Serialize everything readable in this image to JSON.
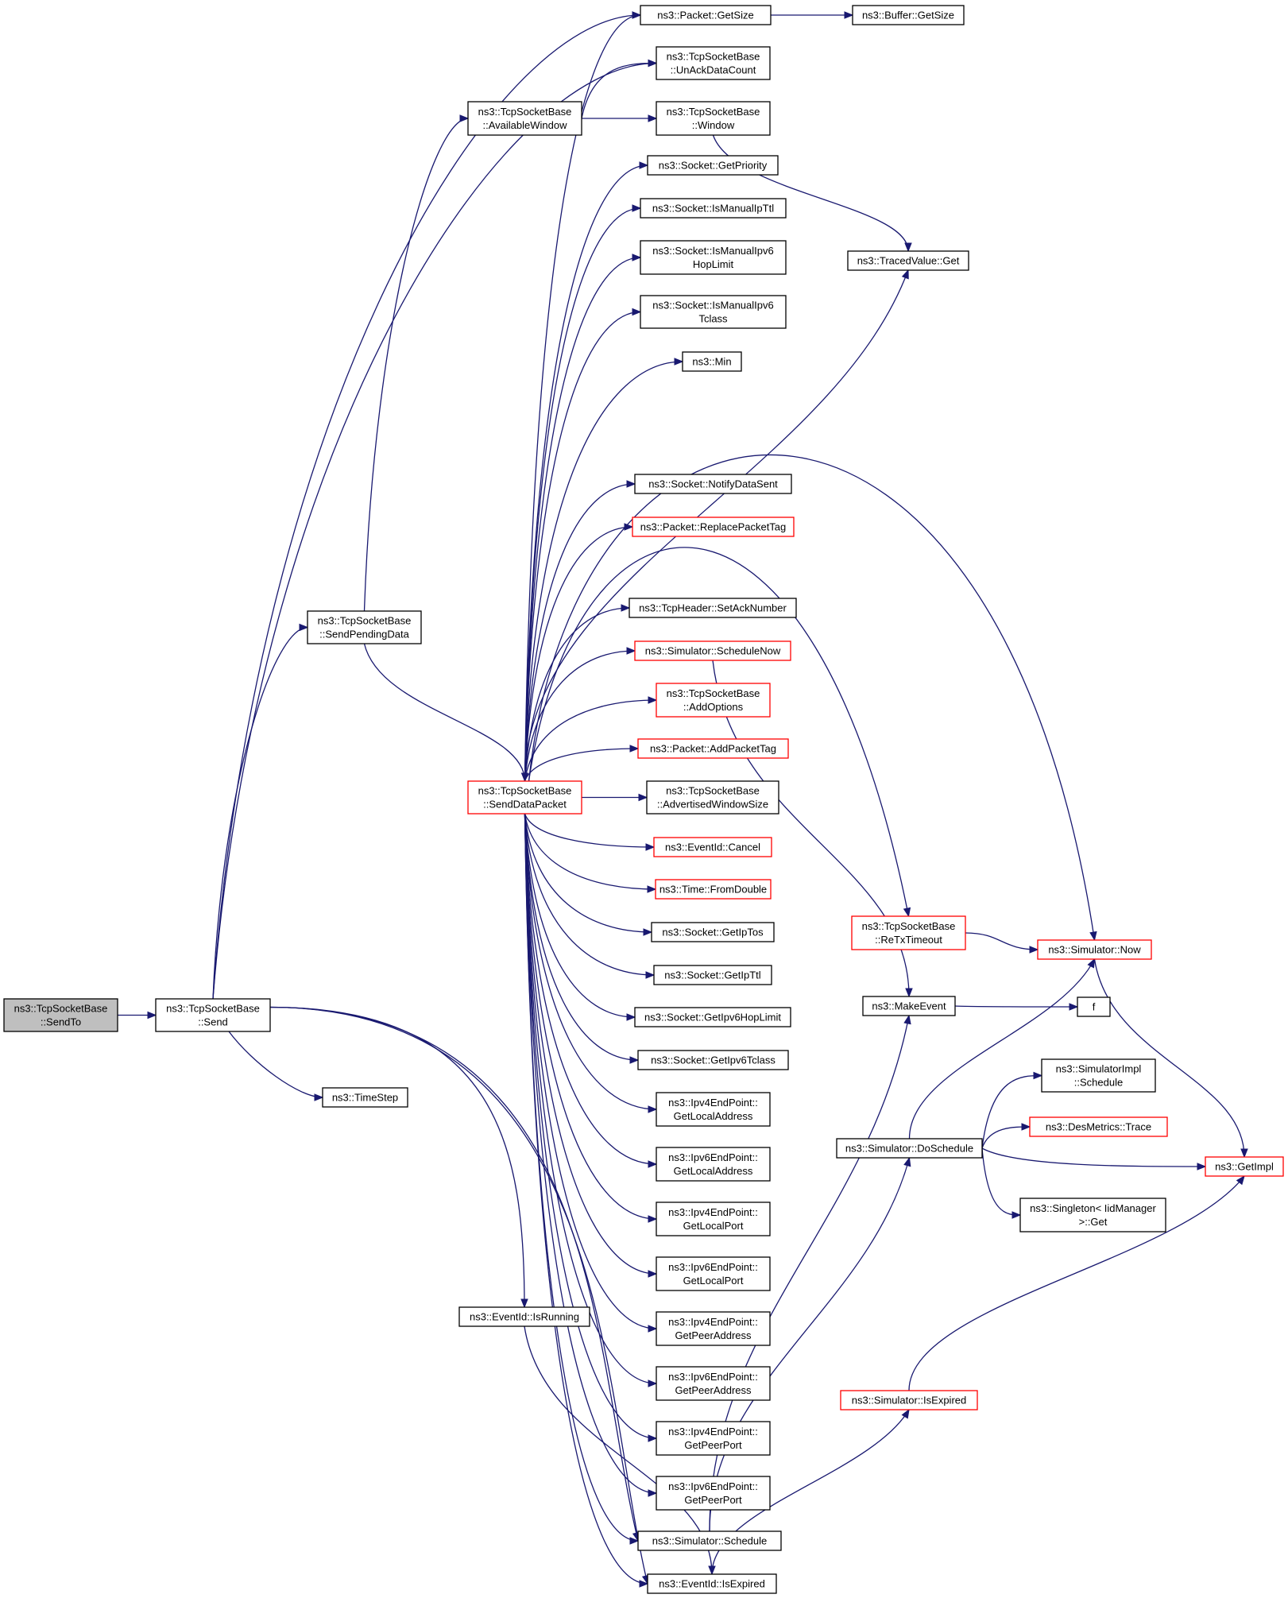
{
  "nodes": [
    {
      "id": "sendto",
      "lines": [
        "ns3::TcpSocketBase",
        "::SendTo"
      ],
      "style": "root"
    },
    {
      "id": "send",
      "lines": [
        "ns3::TcpSocketBase",
        "::Send"
      ],
      "style": "black"
    },
    {
      "id": "sendpending",
      "lines": [
        "ns3::TcpSocketBase",
        "::SendPendingData"
      ],
      "style": "black"
    },
    {
      "id": "timestep",
      "lines": [
        "ns3::TimeStep"
      ],
      "style": "black"
    },
    {
      "id": "availwin",
      "lines": [
        "ns3::TcpSocketBase",
        "::AvailableWindow"
      ],
      "style": "black"
    },
    {
      "id": "senddatapkt",
      "lines": [
        "ns3::TcpSocketBase",
        "::SendDataPacket"
      ],
      "style": "red"
    },
    {
      "id": "isrunning",
      "lines": [
        "ns3::EventId::IsRunning"
      ],
      "style": "black"
    },
    {
      "id": "getsize",
      "lines": [
        "ns3::Packet::GetSize"
      ],
      "style": "black"
    },
    {
      "id": "unack",
      "lines": [
        "ns3::TcpSocketBase",
        "::UnAckDataCount"
      ],
      "style": "black"
    },
    {
      "id": "window",
      "lines": [
        "ns3::TcpSocketBase",
        "::Window"
      ],
      "style": "black"
    },
    {
      "id": "getpriority",
      "lines": [
        "ns3::Socket::GetPriority"
      ],
      "style": "black"
    },
    {
      "id": "ismanualipttl",
      "lines": [
        "ns3::Socket::IsManualIpTtl"
      ],
      "style": "black"
    },
    {
      "id": "ismanualhop",
      "lines": [
        "ns3::Socket::IsManualIpv6",
        "HopLimit"
      ],
      "style": "black"
    },
    {
      "id": "ismanualtclass",
      "lines": [
        "ns3::Socket::IsManualIpv6",
        "Tclass"
      ],
      "style": "black"
    },
    {
      "id": "min",
      "lines": [
        "ns3::Min"
      ],
      "style": "black"
    },
    {
      "id": "notifysent",
      "lines": [
        "ns3::Socket::NotifyDataSent"
      ],
      "style": "black"
    },
    {
      "id": "replacetag",
      "lines": [
        "ns3::Packet::ReplacePacketTag"
      ],
      "style": "red"
    },
    {
      "id": "setack",
      "lines": [
        "ns3::TcpHeader::SetAckNumber"
      ],
      "style": "black"
    },
    {
      "id": "schednow",
      "lines": [
        "ns3::Simulator::ScheduleNow"
      ],
      "style": "red"
    },
    {
      "id": "addoptions",
      "lines": [
        "ns3::TcpSocketBase",
        "::AddOptions"
      ],
      "style": "red"
    },
    {
      "id": "addtag",
      "lines": [
        "ns3::Packet::AddPacketTag"
      ],
      "style": "red"
    },
    {
      "id": "advwin",
      "lines": [
        "ns3::TcpSocketBase",
        "::AdvertisedWindowSize"
      ],
      "style": "black"
    },
    {
      "id": "cancel",
      "lines": [
        "ns3::EventId::Cancel"
      ],
      "style": "red"
    },
    {
      "id": "fromdouble",
      "lines": [
        "ns3::Time::FromDouble"
      ],
      "style": "red"
    },
    {
      "id": "getiptos",
      "lines": [
        "ns3::Socket::GetIpTos"
      ],
      "style": "black"
    },
    {
      "id": "getipttl",
      "lines": [
        "ns3::Socket::GetIpTtl"
      ],
      "style": "black"
    },
    {
      "id": "getipv6hop",
      "lines": [
        "ns3::Socket::GetIpv6HopLimit"
      ],
      "style": "black"
    },
    {
      "id": "getipv6tclass",
      "lines": [
        "ns3::Socket::GetIpv6Tclass"
      ],
      "style": "black"
    },
    {
      "id": "v4localaddr",
      "lines": [
        "ns3::Ipv4EndPoint::",
        "GetLocalAddress"
      ],
      "style": "black"
    },
    {
      "id": "v6localaddr",
      "lines": [
        "ns3::Ipv6EndPoint::",
        "GetLocalAddress"
      ],
      "style": "black"
    },
    {
      "id": "v4localport",
      "lines": [
        "ns3::Ipv4EndPoint::",
        "GetLocalPort"
      ],
      "style": "black"
    },
    {
      "id": "v6localport",
      "lines": [
        "ns3::Ipv6EndPoint::",
        "GetLocalPort"
      ],
      "style": "black"
    },
    {
      "id": "v4peeraddr",
      "lines": [
        "ns3::Ipv4EndPoint::",
        "GetPeerAddress"
      ],
      "style": "black"
    },
    {
      "id": "v6peeraddr",
      "lines": [
        "ns3::Ipv6EndPoint::",
        "GetPeerAddress"
      ],
      "style": "black"
    },
    {
      "id": "v4peerport",
      "lines": [
        "ns3::Ipv4EndPoint::",
        "GetPeerPort"
      ],
      "style": "black"
    },
    {
      "id": "v6peerport",
      "lines": [
        "ns3::Ipv6EndPoint::",
        "GetPeerPort"
      ],
      "style": "black"
    },
    {
      "id": "simschedule",
      "lines": [
        "ns3::Simulator::Schedule"
      ],
      "style": "black"
    },
    {
      "id": "isexpired",
      "lines": [
        "ns3::EventId::IsExpired"
      ],
      "style": "black"
    },
    {
      "id": "bufgetsize",
      "lines": [
        "ns3::Buffer::GetSize"
      ],
      "style": "black"
    },
    {
      "id": "tracedget",
      "lines": [
        "ns3::TracedValue::Get"
      ],
      "style": "black"
    },
    {
      "id": "retx",
      "lines": [
        "ns3::TcpSocketBase",
        "::ReTxTimeout"
      ],
      "style": "red"
    },
    {
      "id": "simnow",
      "lines": [
        "ns3::Simulator::Now"
      ],
      "style": "red"
    },
    {
      "id": "makeevent",
      "lines": [
        "ns3::MakeEvent"
      ],
      "style": "black"
    },
    {
      "id": "f",
      "lines": [
        "f"
      ],
      "style": "black"
    },
    {
      "id": "simimplsched",
      "lines": [
        "ns3::SimulatorImpl",
        "::Schedule"
      ],
      "style": "black"
    },
    {
      "id": "desmetrics",
      "lines": [
        "ns3::DesMetrics::Trace"
      ],
      "style": "red"
    },
    {
      "id": "doschedule",
      "lines": [
        "ns3::Simulator::DoSchedule"
      ],
      "style": "black"
    },
    {
      "id": "getimpl",
      "lines": [
        "ns3::GetImpl"
      ],
      "style": "red"
    },
    {
      "id": "singleton",
      "lines": [
        "ns3::Singleton< IidManager",
        " >::Get"
      ],
      "style": "black"
    },
    {
      "id": "simisexpired",
      "lines": [
        "ns3::Simulator::IsExpired"
      ],
      "style": "red"
    }
  ],
  "edges": [
    [
      "sendto",
      "send"
    ],
    [
      "send",
      "getsize"
    ],
    [
      "send",
      "unack"
    ],
    [
      "send",
      "sendpending"
    ],
    [
      "send",
      "timestep"
    ],
    [
      "send",
      "isrunning"
    ],
    [
      "send",
      "simschedule"
    ],
    [
      "send",
      "isexpired"
    ],
    [
      "sendpending",
      "availwin"
    ],
    [
      "sendpending",
      "senddatapkt"
    ],
    [
      "availwin",
      "unack"
    ],
    [
      "availwin",
      "window"
    ],
    [
      "window",
      "tracedget"
    ],
    [
      "getsize",
      "bufgetsize"
    ],
    [
      "senddatapkt",
      "getsize"
    ],
    [
      "senddatapkt",
      "getpriority"
    ],
    [
      "senddatapkt",
      "ismanualipttl"
    ],
    [
      "senddatapkt",
      "ismanualhop"
    ],
    [
      "senddatapkt",
      "ismanualtclass"
    ],
    [
      "senddatapkt",
      "min"
    ],
    [
      "senddatapkt",
      "tracedget"
    ],
    [
      "senddatapkt",
      "simnow"
    ],
    [
      "senddatapkt",
      "notifysent"
    ],
    [
      "senddatapkt",
      "replacetag"
    ],
    [
      "senddatapkt",
      "retx"
    ],
    [
      "senddatapkt",
      "setack"
    ],
    [
      "senddatapkt",
      "schednow"
    ],
    [
      "senddatapkt",
      "addoptions"
    ],
    [
      "senddatapkt",
      "addtag"
    ],
    [
      "senddatapkt",
      "advwin"
    ],
    [
      "senddatapkt",
      "cancel"
    ],
    [
      "senddatapkt",
      "fromdouble"
    ],
    [
      "senddatapkt",
      "getiptos"
    ],
    [
      "senddatapkt",
      "getipttl"
    ],
    [
      "senddatapkt",
      "getipv6hop"
    ],
    [
      "senddatapkt",
      "getipv6tclass"
    ],
    [
      "senddatapkt",
      "v4localaddr"
    ],
    [
      "senddatapkt",
      "v6localaddr"
    ],
    [
      "senddatapkt",
      "v4localport"
    ],
    [
      "senddatapkt",
      "v6localport"
    ],
    [
      "senddatapkt",
      "v4peeraddr"
    ],
    [
      "senddatapkt",
      "v6peeraddr"
    ],
    [
      "senddatapkt",
      "v4peerport"
    ],
    [
      "senddatapkt",
      "v6peerport"
    ],
    [
      "senddatapkt",
      "simschedule"
    ],
    [
      "senddatapkt",
      "isexpired"
    ],
    [
      "isrunning",
      "isexpired"
    ],
    [
      "schednow",
      "makeevent"
    ],
    [
      "retx",
      "simnow"
    ],
    [
      "simnow",
      "getimpl"
    ],
    [
      "makeevent",
      "f"
    ],
    [
      "doschedule",
      "simnow"
    ],
    [
      "doschedule",
      "simimplsched"
    ],
    [
      "doschedule",
      "desmetrics"
    ],
    [
      "doschedule",
      "getimpl"
    ],
    [
      "doschedule",
      "singleton"
    ],
    [
      "simschedule",
      "makeevent"
    ],
    [
      "simschedule",
      "doschedule"
    ],
    [
      "isexpired",
      "simisexpired"
    ],
    [
      "simisexpired",
      "getimpl"
    ]
  ]
}
